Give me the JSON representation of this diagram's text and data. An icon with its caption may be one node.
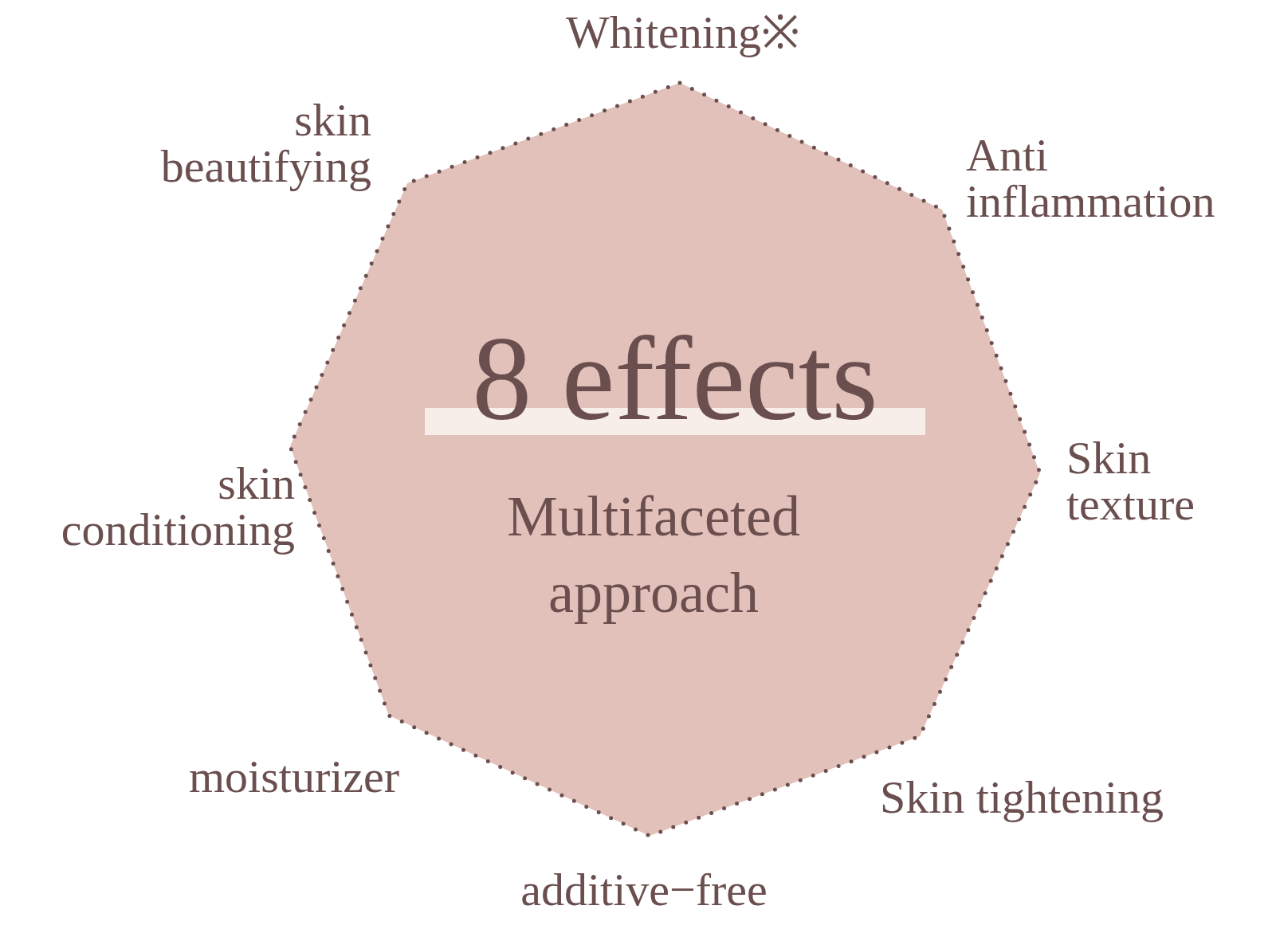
{
  "diagram": {
    "nodes": [
      {
        "text": [
          "8 effects",
          "Multifaceted approach"
        ]
      }
    ],
    "labels": [
      "Whitening※",
      "skin beautifying",
      "Anti inflammation",
      "Skin texture",
      "skin conditioning",
      "moisturizer",
      "Skin tightening",
      "additive−free"
    ]
  }
}
